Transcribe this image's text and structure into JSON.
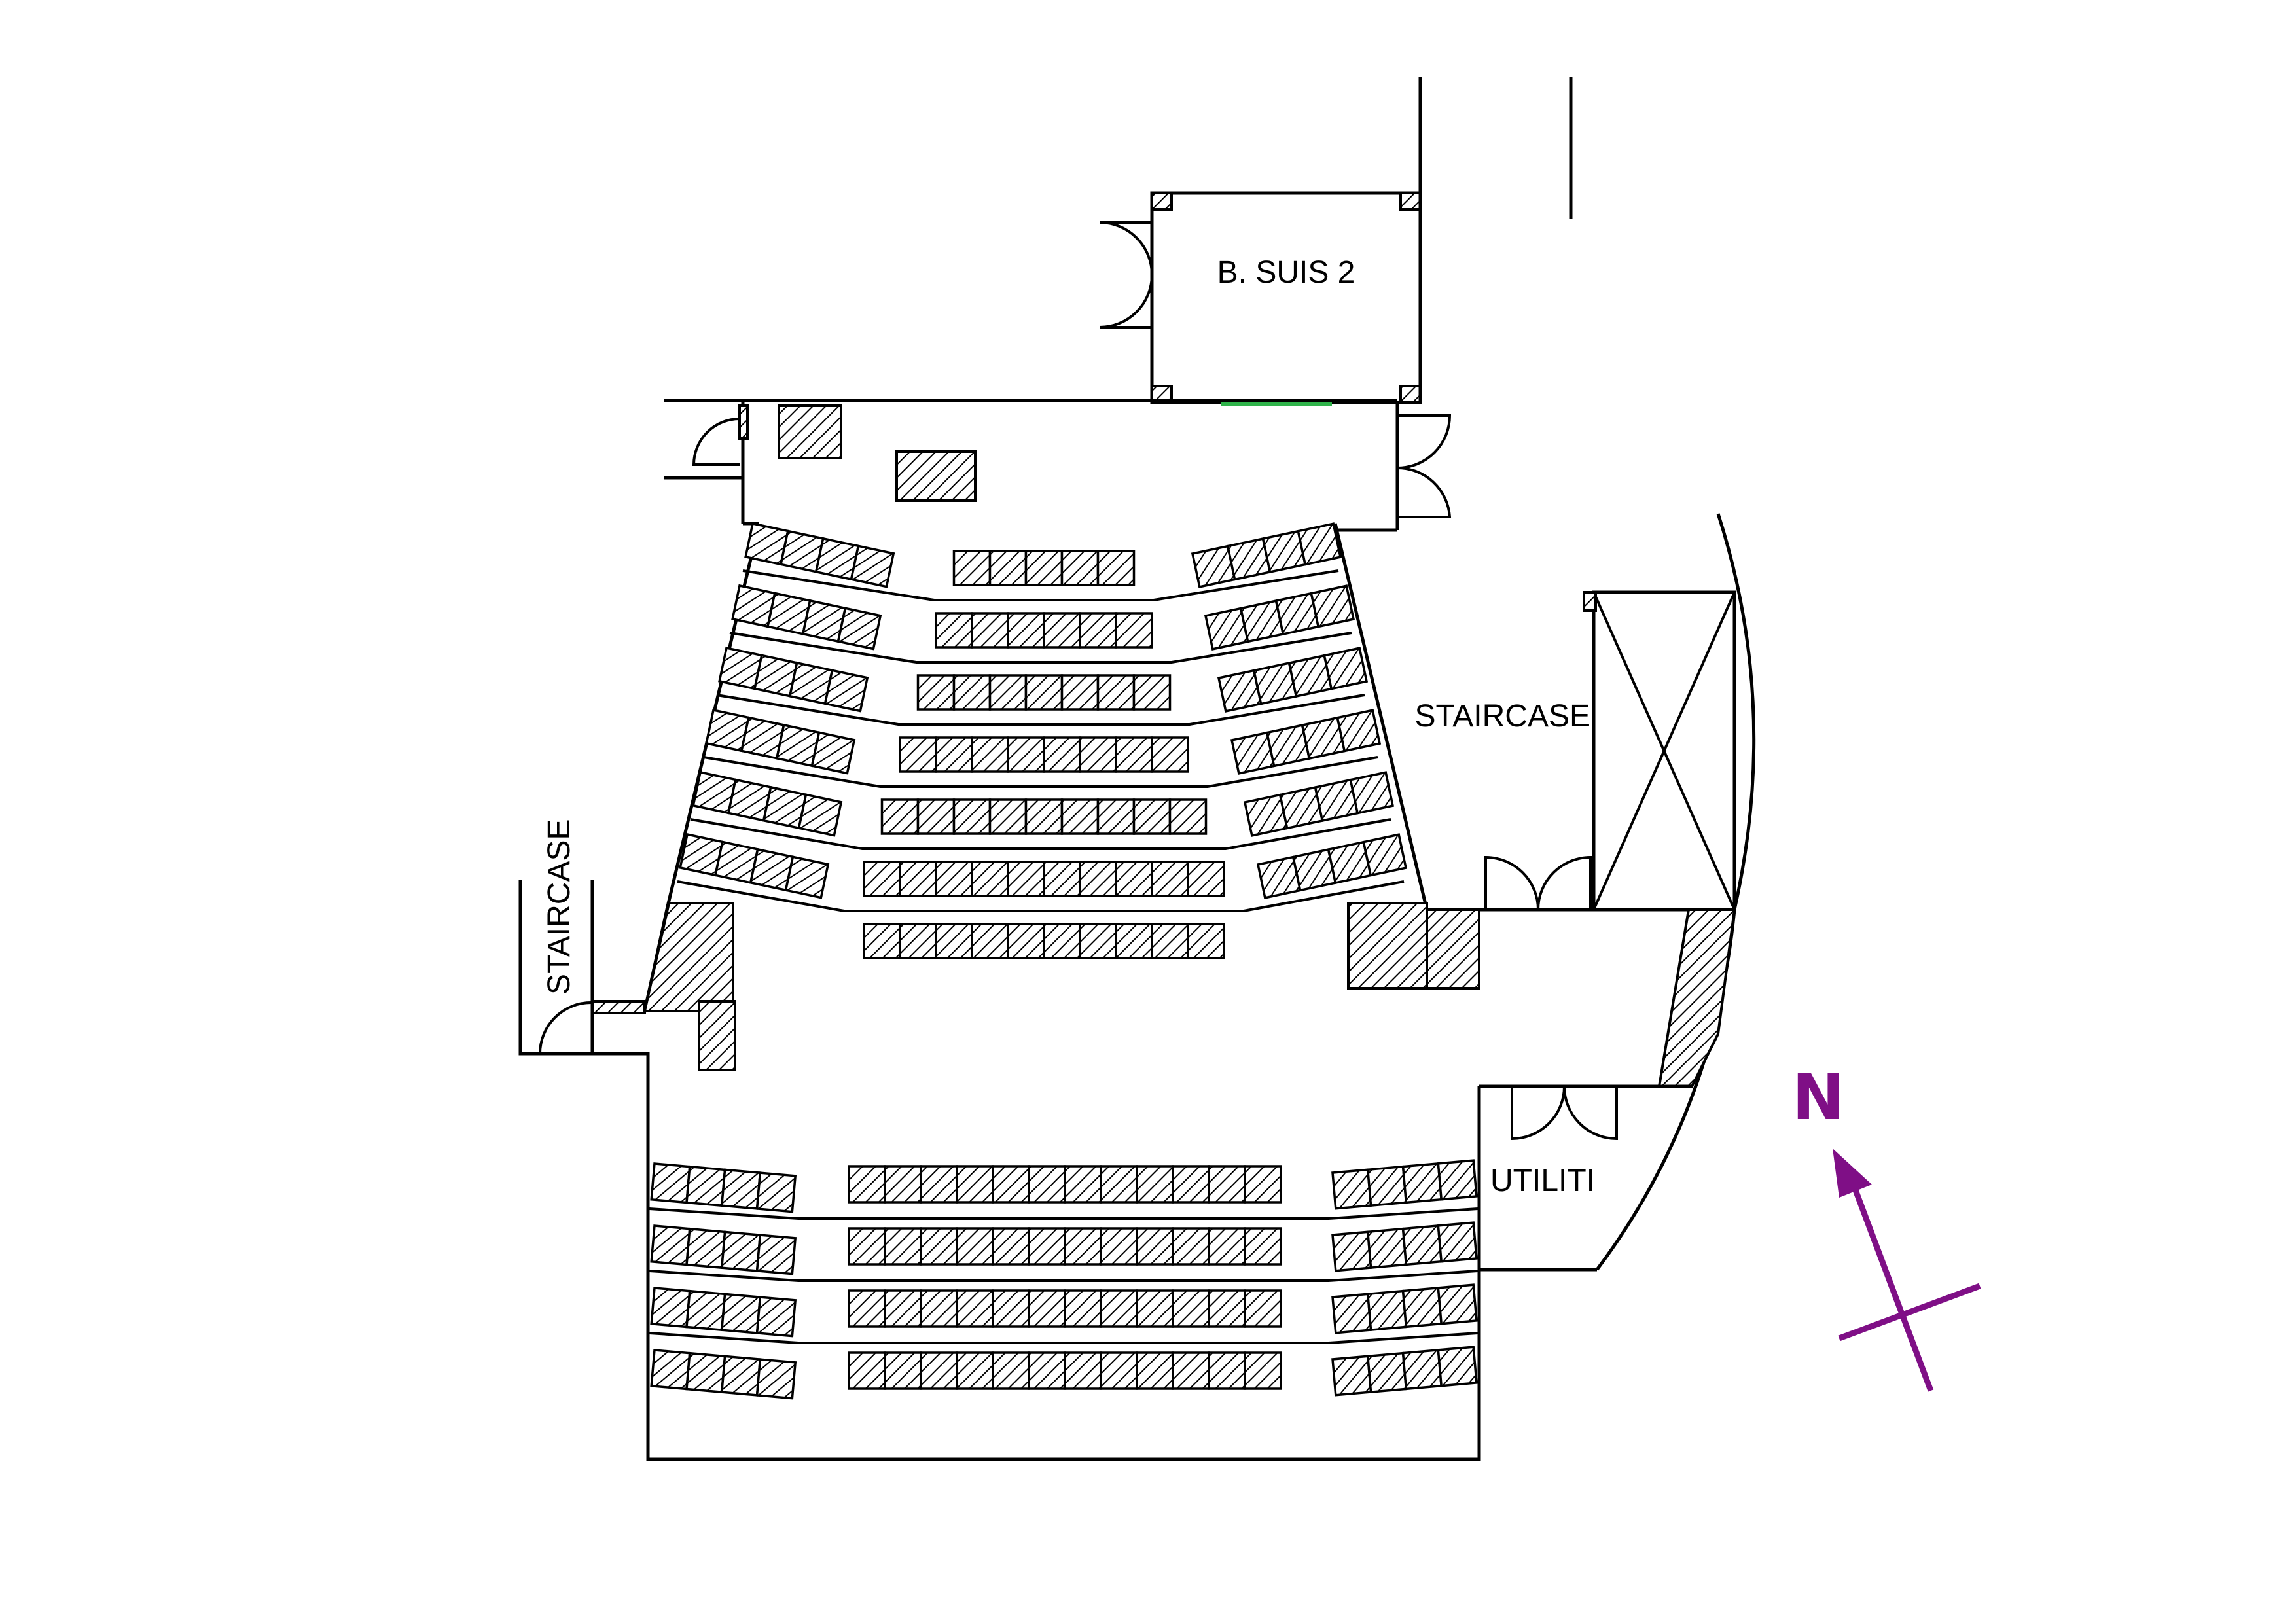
{
  "labels": {
    "b_suis": "B. SUIS 2",
    "staircase_east": "STAIRCASE",
    "staircase_west": "STAIRCASE",
    "utiliti": "UTILITI"
  },
  "north_arrow": {
    "letter": "N",
    "color": "#7f0f86"
  },
  "accent_colors": {
    "door_marker": "#2fb34a"
  },
  "seating": {
    "upper_tier": {
      "rows": 7,
      "center_seats_per_row": [
        5,
        6,
        7,
        8,
        9,
        10,
        10
      ],
      "side_seats_per_row": [
        4,
        4,
        4,
        4,
        4,
        4,
        0
      ]
    },
    "lower_tier": {
      "rows": 4,
      "center_seats_per_row": [
        12,
        12,
        12,
        12
      ],
      "side_seats_per_row": [
        4,
        4,
        4,
        4
      ]
    }
  }
}
